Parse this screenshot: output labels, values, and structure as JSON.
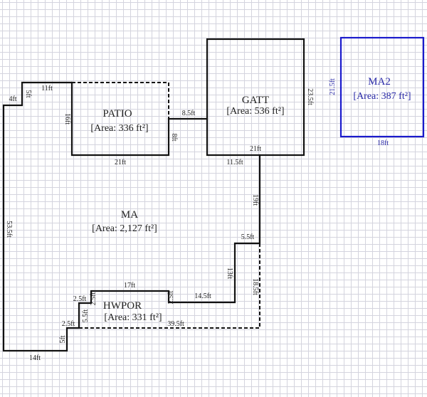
{
  "rooms": {
    "ma": {
      "name": "MA",
      "area": "[Area: 2,127 ft²]"
    },
    "patio": {
      "name": "PATIO",
      "area": "[Area: 336 ft²]"
    },
    "gatt": {
      "name": "GATT",
      "area": "[Area: 536 ft²]"
    },
    "hwpor": {
      "name": "HWPOR",
      "area": "[Area: 331 ft²]"
    },
    "ma2": {
      "name": "MA2",
      "area": "[Area: 387 ft²]"
    }
  },
  "dimensions": {
    "ma_left": "53.5ft",
    "ma_step_4": "4ft",
    "ma_step_5": "5ft",
    "ma_top_11": "11ft",
    "ma_bottom_14": "14ft",
    "ma_step_bottom_5": "5ft",
    "patio_left": "16ft",
    "patio_bottom": "21ft",
    "patio_right_8": "8ft",
    "connector_85": "8.5ft",
    "gatt_right": "23.5ft",
    "gatt_bottom": "21ft",
    "gatt_bottom_115": "11.5ft",
    "ma_right_19": "19ft",
    "ma_right_55": "5.5ft",
    "ma_right_13": "13ft",
    "ma_right_145": "14.5ft",
    "hwpor_right_185": "18.5ft",
    "hwpor_bottom_395": "39.5ft",
    "hwpor_top_17": "17ft",
    "hwpor_right_25": "2.5ft",
    "hwpor_left_25a": "2.5ft",
    "hwpor_left_25b": "2.5ft",
    "hwpor_left_55": "5.5ft",
    "hwpor_step_25": "2.5ft",
    "ma2_left": "21.5ft",
    "ma2_bottom": "18ft"
  },
  "colors": {
    "wall": "#111111",
    "ma2_wall": "#1a1acc",
    "grid": "#d4d4de"
  }
}
